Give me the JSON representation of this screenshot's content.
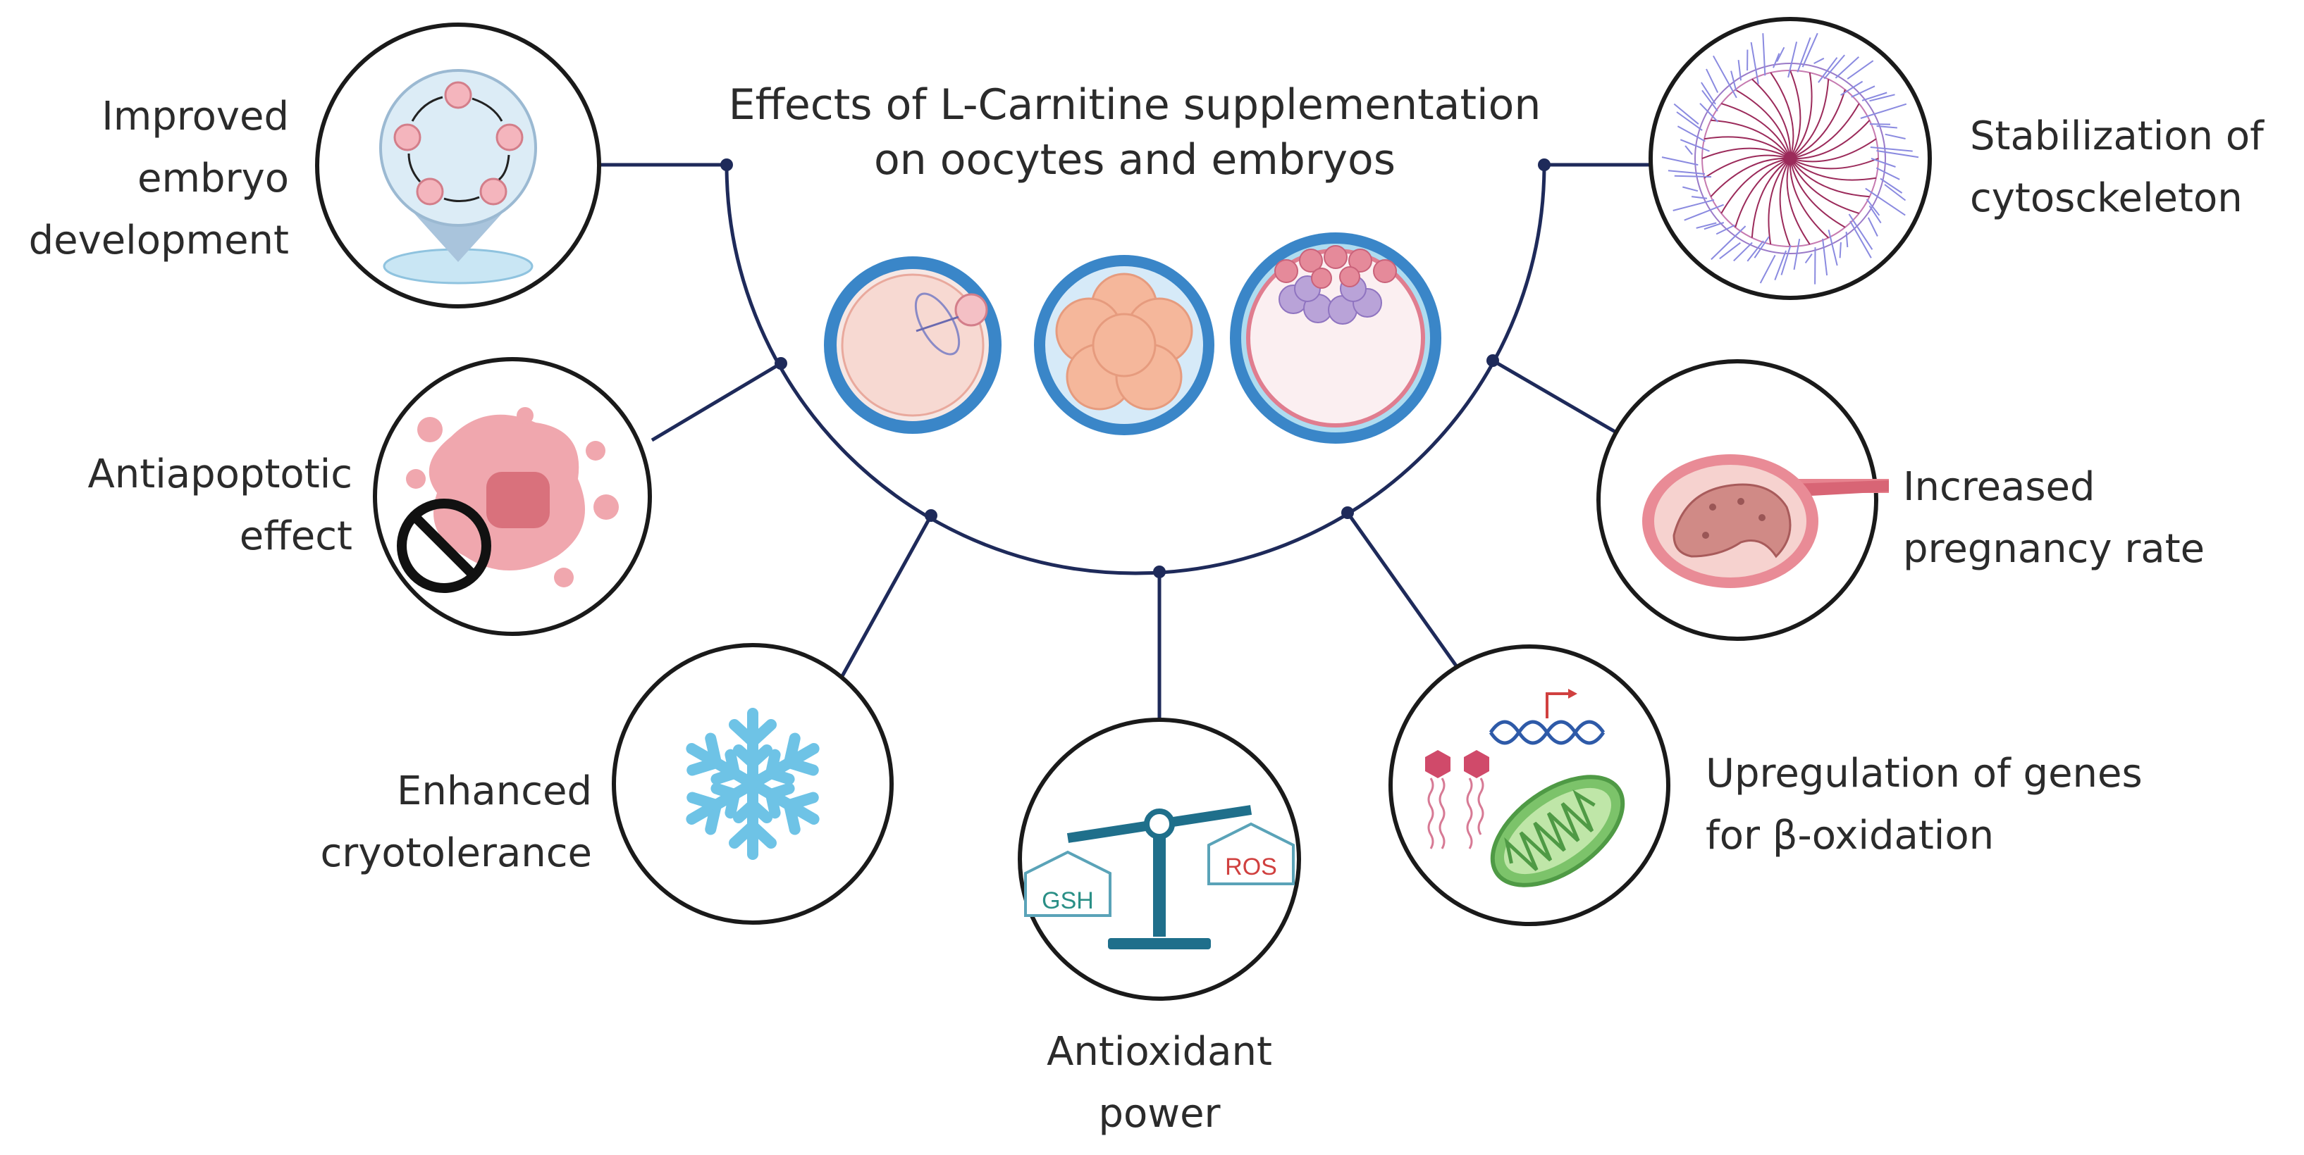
{
  "title": {
    "line1": "Effects of L-Carnitine supplementation",
    "line2": "on oocytes and embryos"
  },
  "effects": [
    {
      "id": "embryo",
      "lines": [
        "Improved",
        "embryo",
        "development"
      ],
      "icon": "embryo-development-icon"
    },
    {
      "id": "antiapoptotic",
      "lines": [
        "Antiapoptotic",
        "effect"
      ],
      "icon": "apoptotic-cell-icon"
    },
    {
      "id": "cryotolerance",
      "lines": [
        "Enhanced",
        "cryotolerance"
      ],
      "icon": "snowflake-icon"
    },
    {
      "id": "antioxidant",
      "lines": [
        "Antioxidant",
        "power"
      ],
      "icon": "balance-scale-icon"
    },
    {
      "id": "betaox",
      "lines": [
        "Upregulation of genes",
        "for  β-oxidation"
      ],
      "icon": "mitochondrion-dna-icon"
    },
    {
      "id": "pregnancy",
      "lines": [
        "Increased",
        "pregnancy rate"
      ],
      "icon": "uterus-fetus-icon"
    },
    {
      "id": "cytoskeleton",
      "lines": [
        "Stabilization of",
        "cytosckeleton"
      ],
      "icon": "cytoskeleton-icon"
    }
  ],
  "scale_labels": {
    "left": "GSH",
    "right": "ROS"
  },
  "colors": {
    "connector": "#1e2a5a",
    "outline": "#1a1a1a",
    "snowflake": "#6ec3e6",
    "scale": "#1f6f8b",
    "mitochondrion": "#7cc36a",
    "pink": "#e8a1a8",
    "zona": "#3a86c8"
  }
}
